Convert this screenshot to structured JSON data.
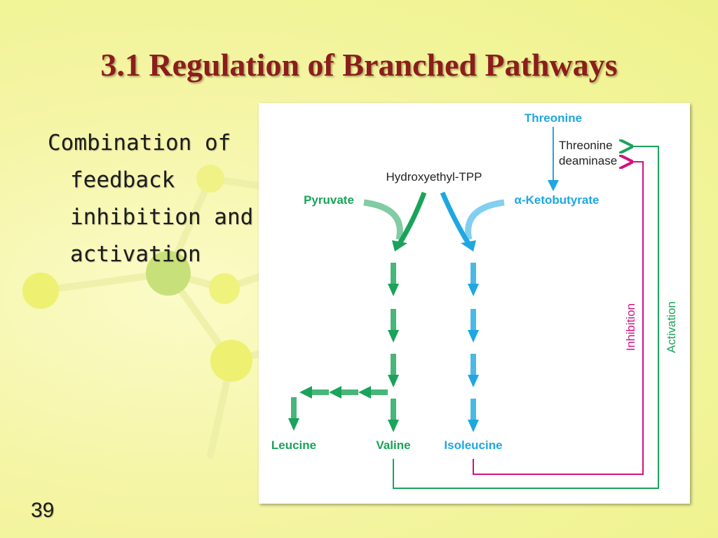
{
  "slide": {
    "title": "3.1 Regulation of Branched Pathways",
    "body_text": "Combination of feedback inhibition and activation",
    "page_number": "39"
  },
  "diagram": {
    "labels": {
      "threonine": "Threonine",
      "enzyme": "Threonine deaminase",
      "hydroxyethyl_tpp": "Hydroxyethyl-TPP",
      "pyruvate": "Pyruvate",
      "ketobutyrate": "α-Ketobutyrate",
      "leucine": "Leucine",
      "valine": "Valine",
      "isoleucine": "Isoleucine",
      "inhibition": "Inhibition",
      "activation": "Activation"
    },
    "colors": {
      "valine_branch": "#1aa35a",
      "isoleucine_branch": "#1ea7e1",
      "inhibition": "#d1127f",
      "activation": "#1aa35a",
      "title": "#8b1d1d"
    }
  }
}
